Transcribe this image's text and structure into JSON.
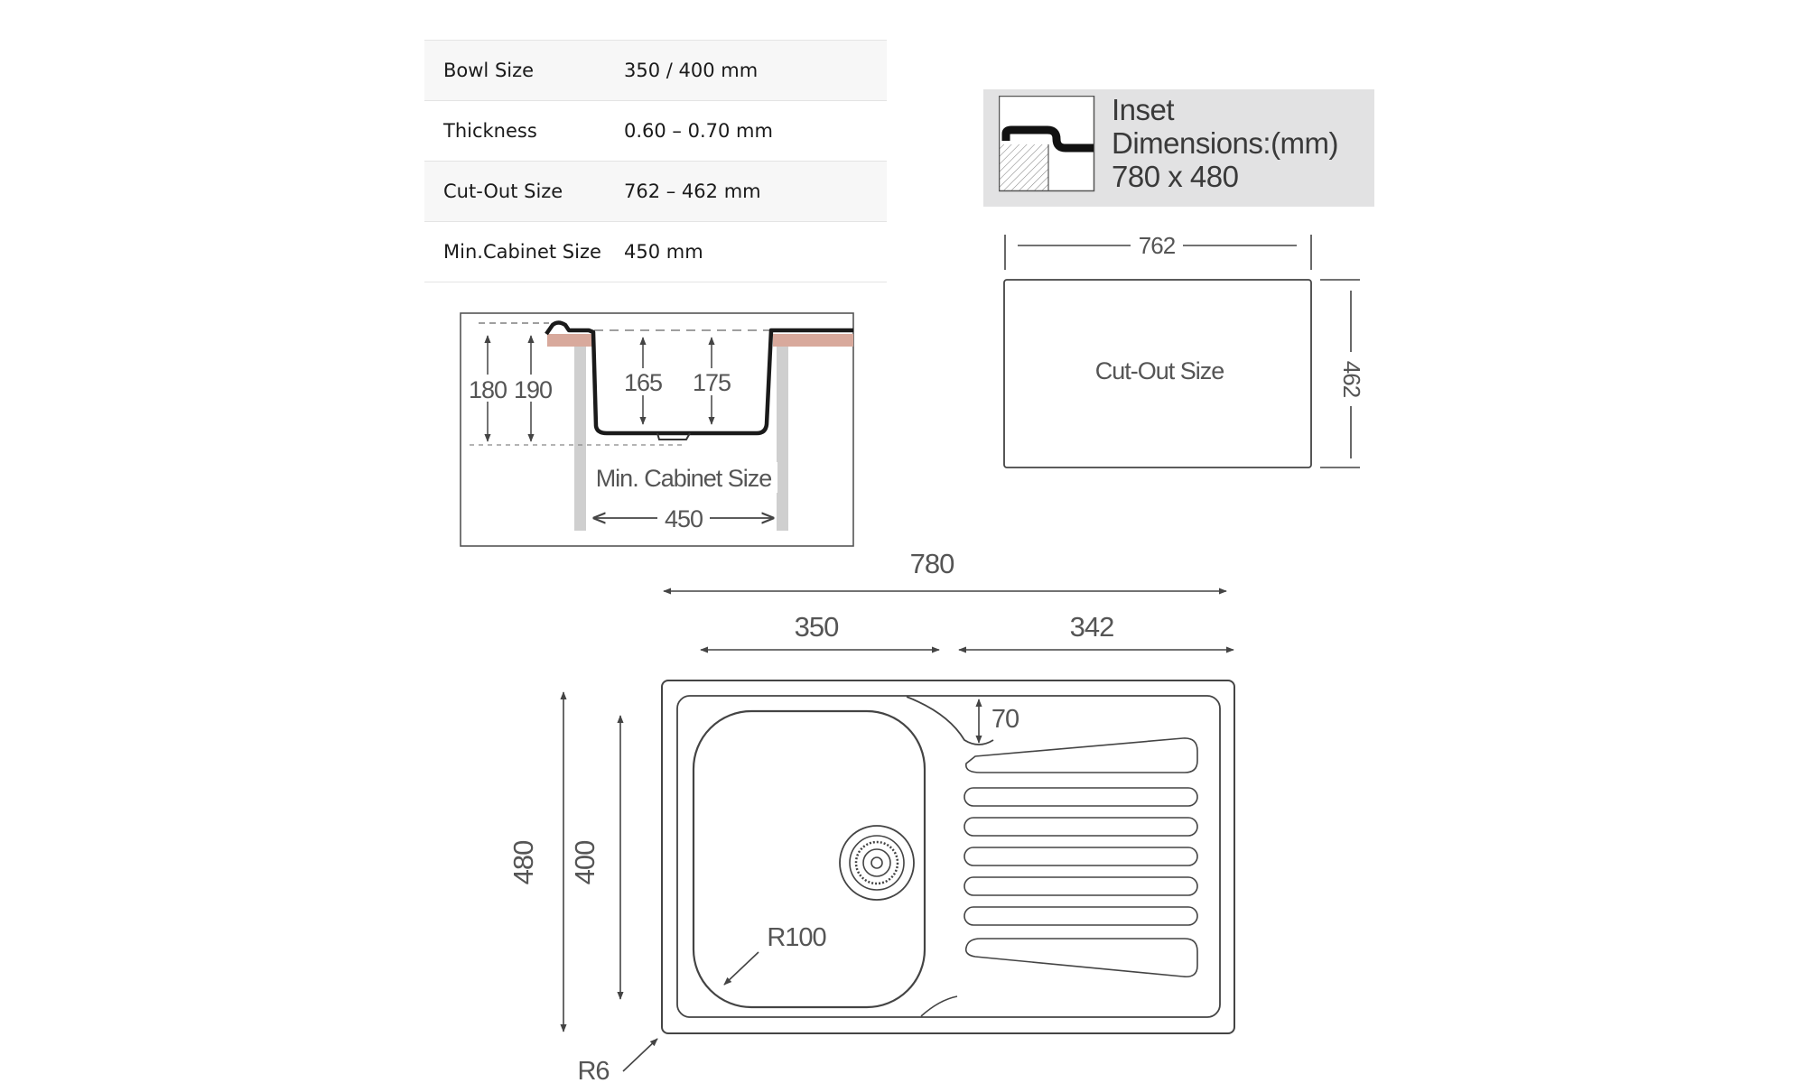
{
  "specs": [
    {
      "label": "Bowl Size",
      "value": "350 / 400 mm"
    },
    {
      "label": "Thickness",
      "value": "0.60 – 0.70 mm"
    },
    {
      "label": "Cut-Out Size",
      "value": "762 – 462 mm"
    },
    {
      "label": "Min.Cabinet Size",
      "value": "450 mm"
    }
  ],
  "inset": {
    "title": "Inset",
    "dimensions_label": "Dimensions:(mm)",
    "dimensions_value": "780 x 480"
  },
  "section": {
    "dim_180": "180",
    "dim_190": "190",
    "dim_165": "165",
    "dim_175": "175",
    "cabinet_label": "Min. Cabinet Size",
    "cabinet_width": "450"
  },
  "cutout": {
    "label": "Cut-Out Size",
    "width": "762",
    "height": "462"
  },
  "plan": {
    "overall_width": "780",
    "bowl_width": "350",
    "drainer_width": "342",
    "overall_height": "480",
    "bowl_height": "400",
    "edge_offset": "70",
    "bowl_radius": "R100",
    "corner_radius": "R6"
  },
  "colors": {
    "line": "#4a4a4a",
    "countertop": "#d8a99c",
    "cabinet": "#cfcfcf",
    "inset_bg": "#e2e2e3"
  }
}
